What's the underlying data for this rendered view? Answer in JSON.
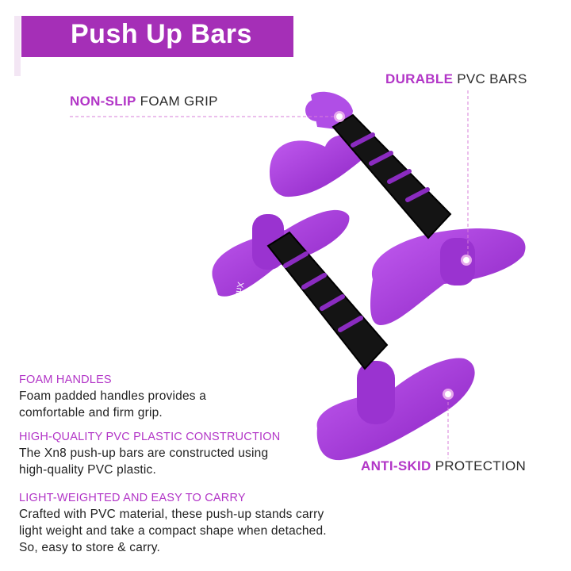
{
  "banner": {
    "title": "Push Up Bars"
  },
  "callouts": {
    "grip": {
      "highlight": "NON-SLIP",
      "rest": "FOAM GRIP"
    },
    "durable": {
      "highlight": "DURABLE",
      "rest": "PVC BARS"
    },
    "antiskid": {
      "highlight": "ANTI-SKID",
      "rest": "PROTECTION"
    }
  },
  "features": [
    {
      "title": "FOAM HANDLES",
      "desc": "Foam padded handles provides a comfortable and firm grip."
    },
    {
      "title": "HIGH-QUALITY PVC PLASTIC CONSTRUCTION",
      "desc": "The Xn8 push-up bars are constructed using high-quality PVC plastic."
    },
    {
      "title": "LIGHT-WEIGHTED AND EASY TO CARRY",
      "desc": "Crafted with PVC material, these push-up stands carry light weight and take a compact shape when detached. So, easy to store & carry."
    }
  ],
  "product": {
    "logo_text": "Xn8"
  },
  "colors": {
    "accent": "#b235c7",
    "banner": "#a52fb7",
    "bar_purple": "#a23bd8",
    "foam": "#141414"
  }
}
